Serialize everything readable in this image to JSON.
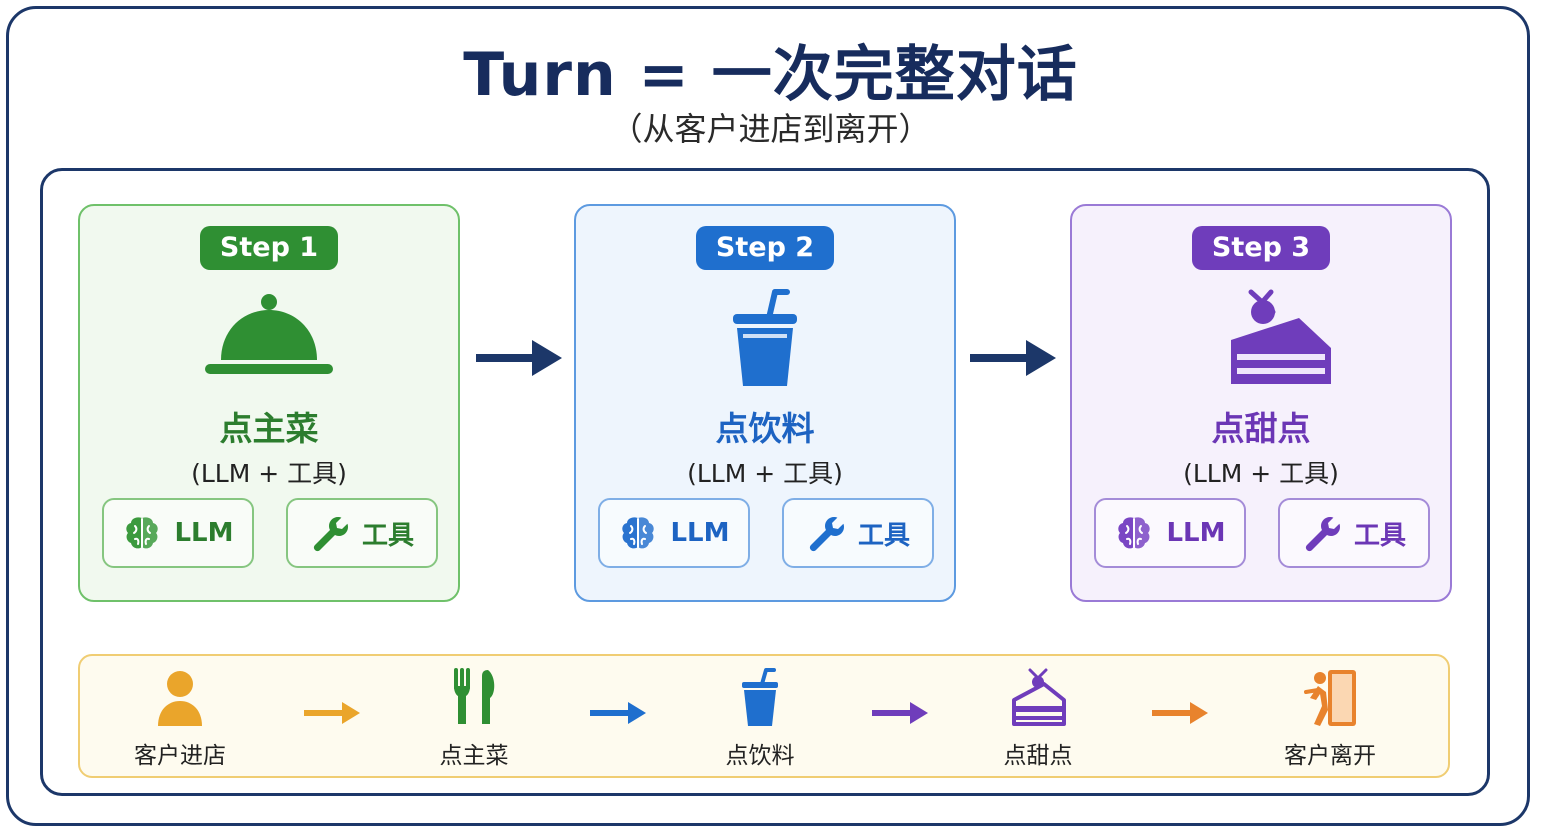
{
  "header": {
    "title": "Turn = 一次完整对话",
    "subtitle": "（从客户进店到离开）"
  },
  "steps": [
    {
      "badge": "Step 1",
      "icon": "cloche-icon",
      "name": "点主菜",
      "sub": "(LLM + 工具)",
      "llm_label": "LLM",
      "tool_label": "工具",
      "color": "#2f8f33"
    },
    {
      "badge": "Step 2",
      "icon": "drink-cup-icon",
      "name": "点饮料",
      "sub": "(LLM + 工具)",
      "llm_label": "LLM",
      "tool_label": "工具",
      "color": "#1f6fce"
    },
    {
      "badge": "Step 3",
      "icon": "cake-slice-icon",
      "name": "点甜点",
      "sub": "(LLM + 工具)",
      "llm_label": "LLM",
      "tool_label": "工具",
      "color": "#6f3dbb"
    }
  ],
  "flow": [
    {
      "label": "客户进店",
      "icon": "person-icon",
      "color": "#eaa52b"
    },
    {
      "label": "点主菜",
      "icon": "fork-knife-icon",
      "color": "#2f8f33"
    },
    {
      "label": "点饮料",
      "icon": "drink-cup-icon",
      "color": "#1f6fce"
    },
    {
      "label": "点甜点",
      "icon": "cake-slice-icon",
      "color": "#6f3dbb"
    },
    {
      "label": "客户离开",
      "icon": "exit-door-icon",
      "color": "#e8832d"
    }
  ],
  "flow_arrow_colors": [
    "#eaa52b",
    "#1f6fce",
    "#6f3dbb",
    "#e8832d"
  ]
}
